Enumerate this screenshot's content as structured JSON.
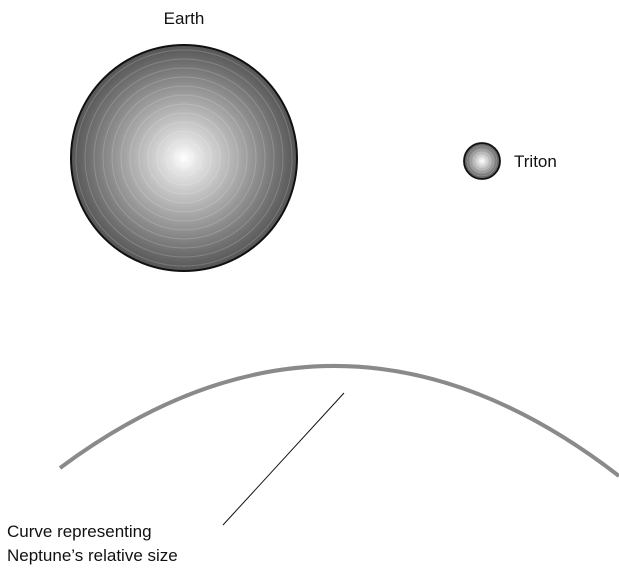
{
  "labels": {
    "earth": "Earth",
    "triton": "Triton",
    "neptune_line1": "Curve representing",
    "neptune_line2": "Neptune’s relative size"
  },
  "colors": {
    "outline": "#111111",
    "neptune_curve": "#8a8a8a",
    "sphere_center": "#ffffff",
    "sphere_edge": "#555555"
  }
}
